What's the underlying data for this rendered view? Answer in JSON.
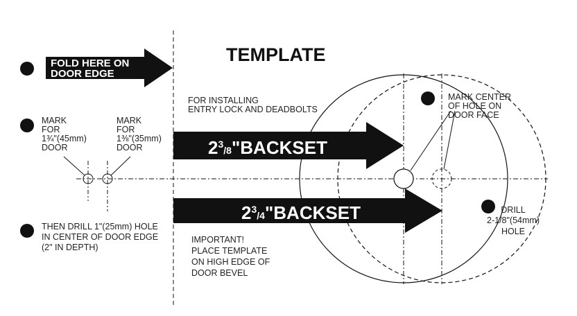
{
  "title": "TEMPLATE",
  "fold_arrow": {
    "line1": "FOLD HERE ON",
    "line2": "DOOR EDGE"
  },
  "installing": {
    "line1": "FOR INSTALLING",
    "line2": "ENTRY LOCK AND DEADBOLTS"
  },
  "mark_45": {
    "line1": "MARK",
    "line2": "FOR",
    "line3": "1¾\"(45mm)",
    "line4": "DOOR"
  },
  "mark_35": {
    "line1": "MARK",
    "line2": "FOR",
    "line3": "1⅜\"(35mm)",
    "line4": "DOOR"
  },
  "backset_small": {
    "whole": "2",
    "num": "3",
    "den": "8",
    "rest": "\"BACKSET"
  },
  "backset_large": {
    "whole": "2",
    "num": "3",
    "den": "4",
    "rest": "\"BACKSET"
  },
  "drill_edge": {
    "line1": "THEN DRILL 1\"(25mm) HOLE",
    "line2": "IN CENTER OF DOOR EDGE",
    "line3": "(2\" IN DEPTH)"
  },
  "important": {
    "line1": "IMPORTANT!",
    "line2": "PLACE TEMPLATE",
    "line3": "ON HIGH EDGE OF",
    "line4": "DOOR BEVEL"
  },
  "mark_center": {
    "line1": "MARK CENTER",
    "line2": "OF HOLE ON",
    "line3": "DOOR FACE"
  },
  "drill_hole": {
    "line1": "DRILL",
    "line2": "2-1/8\"(54mm)",
    "line3": "HOLE"
  },
  "colors": {
    "ink": "#111111",
    "paper": "#ffffff"
  }
}
